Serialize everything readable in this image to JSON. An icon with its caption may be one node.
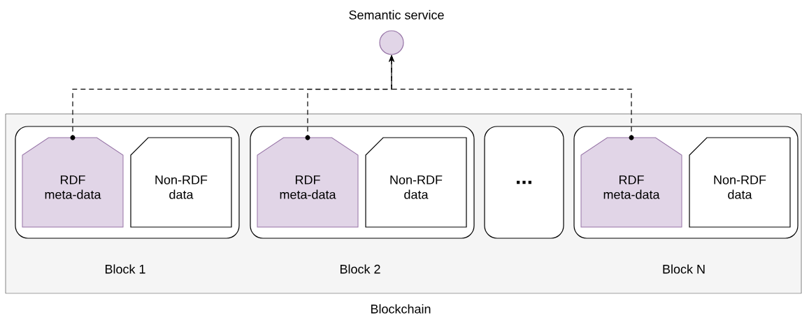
{
  "diagram": {
    "nodes": [
      {
        "text": [
          "Semantic service"
        ]
      },
      {
        "text": [
          "Blockchain"
        ]
      },
      {
        "text": [
          "Block 1"
        ],
        "in": 1
      },
      {
        "text": [
          "RDF meta-data"
        ],
        "in": 2
      },
      {
        "text": [
          "Non-RDF data"
        ],
        "in": 2
      },
      {
        "text": [
          "Block 2"
        ],
        "in": 1
      },
      {
        "text": [
          "RDF meta-data"
        ],
        "in": 5
      },
      {
        "text": [
          "Non-RDF data"
        ],
        "in": 5
      },
      {
        "text": [
          "..."
        ],
        "in": 1
      },
      {
        "text": [
          "Block N"
        ],
        "in": 1
      },
      {
        "text": [
          "RDF meta-data"
        ],
        "in": 9
      },
      {
        "text": [
          "Non-RDF data"
        ],
        "in": 9
      }
    ],
    "edges": [
      {
        "from": 3,
        "to": 0,
        "arrow": "to",
        "style": "dashed"
      },
      {
        "from": 6,
        "to": 0,
        "arrow": "to",
        "style": "dashed"
      },
      {
        "from": 10,
        "to": 0,
        "arrow": "to",
        "style": "dashed"
      }
    ]
  }
}
